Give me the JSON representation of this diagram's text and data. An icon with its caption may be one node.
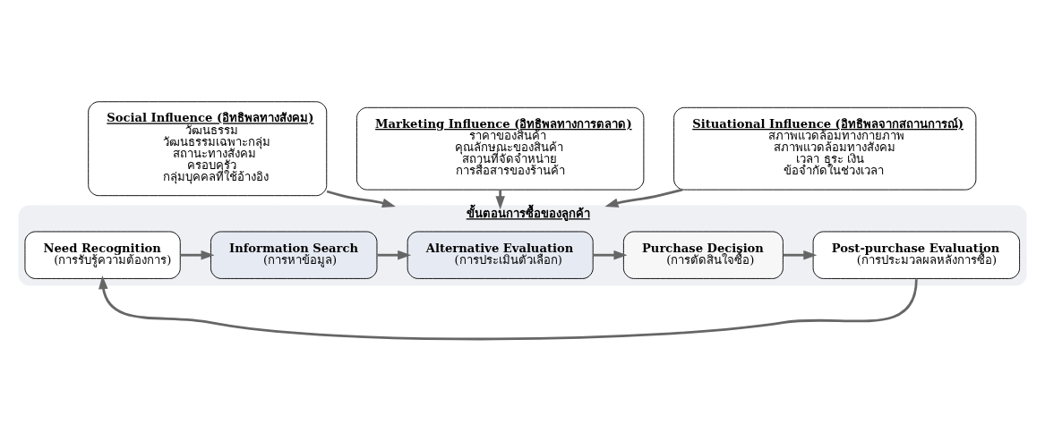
{
  "diagram": {
    "nodes": [
      {
        "text": [
          "Social Influence (อิทธิพลทางสังคม)",
          "วัฒนธรรม",
          "วัฒนธรรมเฉพาะกลุ่ม",
          "สถานะทางสังคม",
          "ครอบครัว",
          "กลุ่มบุคคลที่ใช้อ้างอิง"
        ]
      },
      {
        "text": [
          "Marketing Influence (อิทธิพลทางการตลาด)",
          "ราคาของสินค้า",
          "คุณลักษณะของสินค้า",
          "สถานที่จัดจำหน่าย",
          "การสื่อสารของร้านค้า"
        ]
      },
      {
        "text": [
          "Situational Influence (อิทธิพลจากสถานการณ์)",
          "สภาพแวดล้อมทางกายภาพ",
          "สภาพแวดล้อมทางสังคม",
          "เวลา ธุระ เงิน",
          "ข้อจำกัดในช่วงเวลา"
        ]
      },
      {
        "text": [
          "ขั้นตอนการซื้อของลูกค้า"
        ]
      },
      {
        "text": [
          "Need Recognition",
          "(การรับรู้ความต้องการ)"
        ],
        "in": 3
      },
      {
        "text": [
          "Information Search",
          "(การหาข้อมูล)"
        ],
        "in": 3
      },
      {
        "text": [
          "Alternative Evaluation",
          "(การประเมินตัวเลือก)"
        ],
        "in": 3
      },
      {
        "text": [
          "Purchase Decision",
          "(การตัดสินใจซื้อ)"
        ],
        "in": 3
      },
      {
        "text": [
          "Post-purchase Evaluation",
          "(การประมวลผลหลังการซื้อ)"
        ],
        "in": 3
      }
    ],
    "edges": [
      {
        "from": 0,
        "to": 3,
        "arrow": "to"
      },
      {
        "from": 1,
        "to": 3,
        "arrow": "to"
      },
      {
        "from": 2,
        "to": 3,
        "arrow": "to"
      },
      {
        "from": 4,
        "to": 5,
        "arrow": "to"
      },
      {
        "from": 5,
        "to": 6,
        "arrow": "to"
      },
      {
        "from": 6,
        "to": 7,
        "arrow": "to"
      },
      {
        "from": 7,
        "to": 8,
        "arrow": "to"
      },
      {
        "from": 8,
        "to": 4,
        "arrow": "to"
      }
    ]
  }
}
